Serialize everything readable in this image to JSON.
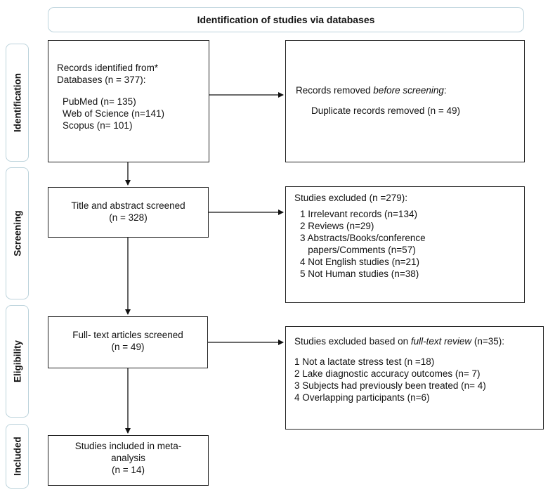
{
  "header": {
    "title": "Identification of studies via databases"
  },
  "phases": {
    "identification": "Identification",
    "screening": "Screening",
    "eligibility": "Eligibility",
    "included": "Included"
  },
  "identified": {
    "line1": "Records identified from*",
    "line2": "Databases (n = 377):",
    "pubmed": "PubMed   (n= 135)",
    "wos": "Web of Science (n=141)",
    "scopus": "Scopus (n= 101)"
  },
  "removed": {
    "title_prefix": "Records removed ",
    "title_em": "before screening",
    "title_suffix": ":",
    "duplicates": "Duplicate records removed (n = 49)"
  },
  "screened": {
    "line1": "Title and abstract screened",
    "line2": "(n = 328)"
  },
  "excluded_screening": {
    "title": "Studies excluded (n =279):",
    "items": [
      "1 Irrelevant records (n=134)",
      "2 Reviews (n=29)",
      "3 Abstracts/Books/conference",
      "   papers/Comments (n=57)",
      "4 Not English studies (n=21)",
      "5 Not Human studies (n=38)"
    ]
  },
  "fulltext": {
    "line1": "Full- text articles screened",
    "line2": "(n = 49)"
  },
  "excluded_fulltext": {
    "title_prefix": "Studies excluded based on ",
    "title_em": "full-text review",
    "title_suffix": " (n=35):",
    "items": [
      "1 Not a lactate stress test (n =18)",
      "2 Lake diagnostic accuracy outcomes (n= 7)",
      "3 Subjects had previously been treated (n= 4)",
      "4 Overlapping participants (n=6)"
    ]
  },
  "included": {
    "line1": "Studies included in meta-",
    "line2": "analysis",
    "line3": "(n = 14)"
  },
  "colors": {
    "phase_border": "#bcd3dc",
    "box_border": "#222222",
    "arrow": "#111111"
  }
}
